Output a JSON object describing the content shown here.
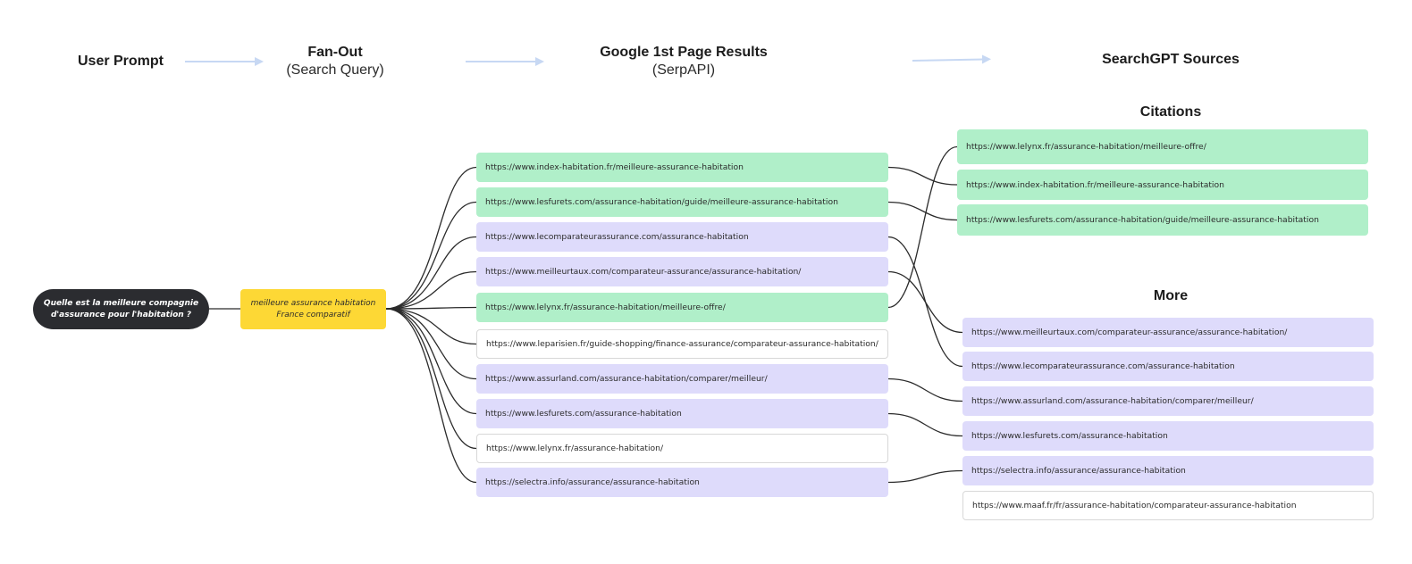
{
  "headers": {
    "user_prompt": "User Prompt",
    "fan_out_title": "Fan-Out",
    "fan_out_subtitle": "(Search Query)",
    "google_title": "Google 1st Page Results",
    "google_subtitle": "(SerpAPI)",
    "searchgpt_title": "SearchGPT Sources"
  },
  "sections": {
    "citations": "Citations",
    "more": "More"
  },
  "prompt": {
    "line1": "Quelle est la meilleure compagnie",
    "line2": "d'assurance pour l'habitation ?"
  },
  "query": {
    "line1": "meilleure assurance habitation",
    "line2": "France comparatif"
  },
  "colors": {
    "green": "#b0efc9",
    "purple": "#dedbfb",
    "white": "#ffffff",
    "prompt_bg": "#2b2c30",
    "query_bg": "#fdd835",
    "edge": "#2b2b2b",
    "arrow": "#c7d8f3"
  },
  "google_results": [
    {
      "url": "https://www.index-habitation.fr/meilleure-assurance-habitation",
      "color": "green"
    },
    {
      "url": "https://www.lesfurets.com/assurance-habitation/guide/meilleure-assurance-habitation",
      "color": "green"
    },
    {
      "url": "https://www.lecomparateurassurance.com/assurance-habitation",
      "color": "purple"
    },
    {
      "url": "https://www.meilleurtaux.com/comparateur-assurance/assurance-habitation/",
      "color": "purple"
    },
    {
      "url": "https://www.lelynx.fr/assurance-habitation/meilleure-offre/",
      "color": "green"
    },
    {
      "url": "https://www.leparisien.fr/guide-shopping/finance-assurance/comparateur-assurance-habitation/",
      "color": "white"
    },
    {
      "url": "https://www.assurland.com/assurance-habitation/comparer/meilleur/",
      "color": "purple"
    },
    {
      "url": "https://www.lesfurets.com/assurance-habitation",
      "color": "purple"
    },
    {
      "url": "https://www.lelynx.fr/assurance-habitation/",
      "color": "white"
    },
    {
      "url": "https://selectra.info/assurance/assurance-habitation",
      "color": "purple"
    }
  ],
  "citations": [
    {
      "url": "https://www.lelynx.fr/assurance-habitation/meilleure-offre/",
      "color": "green"
    },
    {
      "url": "https://www.index-habitation.fr/meilleure-assurance-habitation",
      "color": "green"
    },
    {
      "url": "https://www.lesfurets.com/assurance-habitation/guide/meilleure-assurance-habitation",
      "color": "green"
    }
  ],
  "more": [
    {
      "url": "https://www.meilleurtaux.com/comparateur-assurance/assurance-habitation/",
      "color": "purple"
    },
    {
      "url": "https://www.lecomparateurassurance.com/assurance-habitation",
      "color": "purple"
    },
    {
      "url": "https://www.assurland.com/assurance-habitation/comparer/meilleur/",
      "color": "purple"
    },
    {
      "url": "https://www.lesfurets.com/assurance-habitation",
      "color": "purple"
    },
    {
      "url": "https://selectra.info/assurance/assurance-habitation",
      "color": "purple"
    },
    {
      "url": "https://www.maaf.fr/fr/assurance-habitation/comparateur-assurance-habitation",
      "color": "white"
    }
  ],
  "links": [
    {
      "from": 0,
      "to_list": "citations",
      "to": 1
    },
    {
      "from": 1,
      "to_list": "citations",
      "to": 2
    },
    {
      "from": 4,
      "to_list": "citations",
      "to": 0
    },
    {
      "from": 2,
      "to_list": "more",
      "to": 1
    },
    {
      "from": 3,
      "to_list": "more",
      "to": 0
    },
    {
      "from": 6,
      "to_list": "more",
      "to": 2
    },
    {
      "from": 7,
      "to_list": "more",
      "to": 3
    },
    {
      "from": 9,
      "to_list": "more",
      "to": 4
    }
  ]
}
